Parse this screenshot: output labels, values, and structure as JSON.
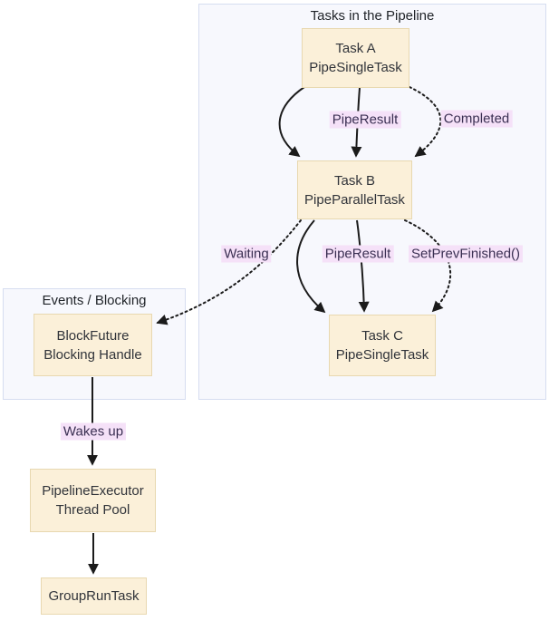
{
  "colors": {
    "node_fill": "#fbf0d9",
    "node_border": "#e8d8b0",
    "cluster_fill": "#f7f8fd",
    "cluster_border": "#d6ddf0",
    "edge_label_bg": "#f5e1f8",
    "edge_label_text": "#3a2f52",
    "node_text": "#31343a",
    "edge_stroke": "#1b1b1b",
    "canvas_bg": "#ffffff"
  },
  "clusters": {
    "tasks": {
      "title": "Tasks in the Pipeline"
    },
    "events": {
      "title": "Events / Blocking"
    }
  },
  "nodes": {
    "task_a": {
      "line1": "Task A",
      "line2": "PipeSingleTask"
    },
    "task_b": {
      "line1": "Task B",
      "line2": "PipeParallelTask"
    },
    "task_c": {
      "line1": "Task C",
      "line2": "PipeSingleTask"
    },
    "block_future": {
      "line1": "BlockFuture",
      "line2": "Blocking Handle"
    },
    "pipeline_executor": {
      "line1": "PipelineExecutor",
      "line2": "Thread Pool"
    },
    "group_run_task": {
      "line1": "GroupRunTask"
    }
  },
  "edge_labels": {
    "pipe_result_a_b": "PipeResult",
    "completed": "Completed",
    "waiting": "Waiting",
    "pipe_result_b_c": "PipeResult",
    "set_prev_finished": "SetPrevFinished()",
    "wakes_up": "Wakes up"
  },
  "edges": [
    {
      "from": "task_a",
      "to": "task_b",
      "style": "solid",
      "label": ""
    },
    {
      "from": "task_a",
      "to": "task_b",
      "style": "solid",
      "label": "PipeResult"
    },
    {
      "from": "task_a",
      "to": "task_b",
      "style": "dotted",
      "label": "Completed"
    },
    {
      "from": "task_b",
      "to": "block_future",
      "style": "dotted",
      "label": "Waiting"
    },
    {
      "from": "task_b",
      "to": "task_c",
      "style": "solid",
      "label": ""
    },
    {
      "from": "task_b",
      "to": "task_c",
      "style": "solid",
      "label": "PipeResult"
    },
    {
      "from": "task_b",
      "to": "task_c",
      "style": "dotted",
      "label": "SetPrevFinished()"
    },
    {
      "from": "block_future",
      "to": "pipeline_executor",
      "style": "solid",
      "label": "Wakes up"
    },
    {
      "from": "pipeline_executor",
      "to": "group_run_task",
      "style": "solid",
      "label": ""
    }
  ]
}
